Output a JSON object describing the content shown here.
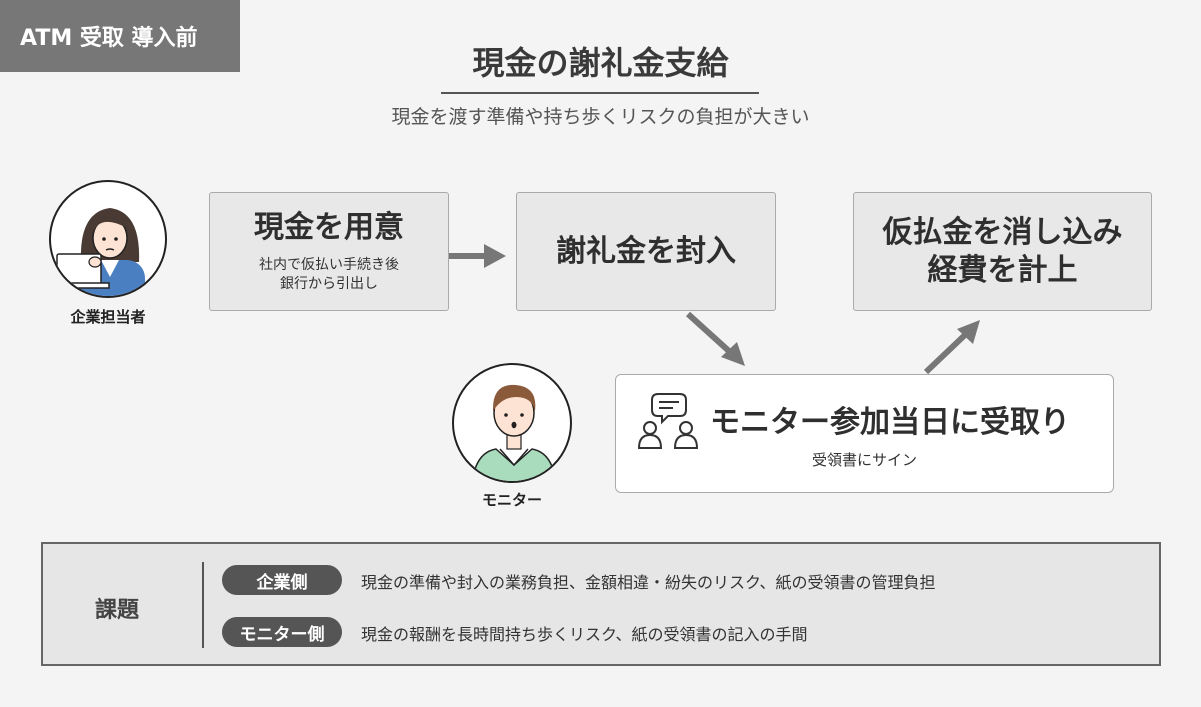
{
  "tag": "ATM 受取 導入前",
  "title": "現金の謝礼金支給",
  "subtitle": "現金を渡す準備や持ち歩くリスクの負担が大きい",
  "roles": {
    "staff": "企業担当者",
    "monitor": "モニター"
  },
  "steps": {
    "prepare": {
      "title": "現金を用意",
      "notes": [
        "社内で仮払い手続き後",
        "銀行から引出し"
      ]
    },
    "seal": {
      "title": "謝礼金を封入"
    },
    "settle": {
      "title_lines": [
        "仮払金を消し込み",
        "経費を計上"
      ]
    },
    "receive": {
      "title": "モニター参加当日に受取り",
      "note": "受領書にサイン"
    }
  },
  "issues": {
    "heading": "課題",
    "rows": [
      {
        "label": "企業側",
        "text": "現金の準備や封入の業務負担、金額相違・紛失のリスク、紙の受領書の管理負担"
      },
      {
        "label": "モニター側",
        "text": "現金の報酬を長時間持ち歩くリスク、紙の受領書の記入の手間"
      }
    ]
  },
  "colors": {
    "tag_bg": "#777777",
    "step_bg": "#e8e8e8",
    "arrow": "#777777",
    "pill_bg": "#555555",
    "monitor_shirt": "#a8dcbc",
    "staff_jacket": "#4a7fc1"
  }
}
